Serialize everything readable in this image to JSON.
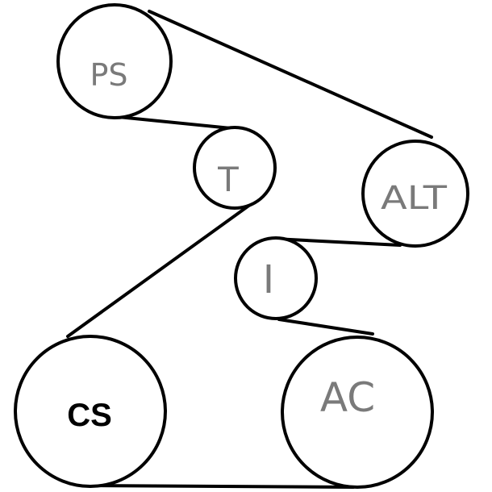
{
  "diagram": {
    "pulleys": {
      "ps": {
        "label": "PS"
      },
      "t": {
        "label": "T"
      },
      "alt": {
        "label": "ALT"
      },
      "i": {
        "label": "I"
      },
      "cs": {
        "label": "CS"
      },
      "ac": {
        "label": "AC"
      }
    }
  },
  "colors": {
    "line": "#000000",
    "handwriting": "#7a7a7a",
    "background": "#ffffff"
  }
}
